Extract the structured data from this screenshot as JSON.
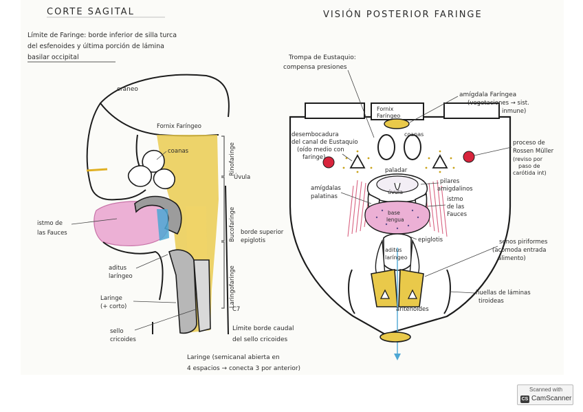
{
  "left": {
    "title": "CORTE SAGITAL",
    "limit_note": [
      "Límite de Faringe: borde inferior de silla turca",
      "del esfenoides y última porción de lámina",
      "basilar occipital"
    ],
    "labels": {
      "craneo": "cráneo",
      "fornix": "Fornix Faríngeo",
      "coanas": "coanas",
      "rinofaringe": "Rinofaringe",
      "uvula": "Úvula",
      "bucofaringe": "Bucofaringe",
      "istmo": [
        "istmo de",
        "las Fauces"
      ],
      "epiglotis": [
        "borde superior",
        "epiglotis"
      ],
      "aditus": [
        "aditus",
        "laríngeo"
      ],
      "laringofaringe": "Laringofaringe",
      "laringe": [
        "Laringe",
        "(+ corto)"
      ],
      "c7": "C7",
      "sello": [
        "sello",
        "cricoides"
      ],
      "limite_caudal": [
        "Límite borde caudal",
        "del sello cricoides"
      ],
      "bottom_note": [
        "Laringe (semicanal abierta en",
        "4 espacios → conecta 3 por anterior)"
      ]
    }
  },
  "right": {
    "title": "VISIÓN POSTERIOR FARINGE",
    "labels": {
      "trompa": [
        "Trompa de Eustaquio:",
        "compensa presiones"
      ],
      "amigdala": [
        "amígdala Faríngea",
        "(vegetaciones → sist.",
        "inmune)"
      ],
      "fornix": [
        "Fornix",
        "Faríngeo"
      ],
      "coanas": "coanas",
      "desembocadura": [
        "desembocadura",
        "del canal de Eustaquio",
        "(oído medio con",
        "faringe)"
      ],
      "proceso": [
        "proceso de",
        "Rossen Müller",
        "(reviso por",
        "paso de",
        "carótida int)"
      ],
      "paladar": "paladar",
      "uvula": "úvula",
      "pilares": [
        "pilares",
        "amigdalinos"
      ],
      "amigdalas_palatinas": [
        "amígdalas",
        "palatinas"
      ],
      "istmo": [
        "istmo",
        "de las",
        "Fauces"
      ],
      "base_lengua": [
        "base",
        "lengua"
      ],
      "epiglotis": "epiglotis",
      "aditus": [
        "aditus",
        "laríngeo"
      ],
      "senos": [
        "senos piriformes",
        "(acomoda entrada",
        "alimento)"
      ],
      "huellas": [
        "huellas de láminas",
        "tiroideas"
      ],
      "aritenoides": "aritenoides"
    }
  },
  "watermark": {
    "scanned_with": "Scanned with",
    "app": "CamScanner",
    "logo": "CS"
  },
  "colors": {
    "yellow": "#e9c94a",
    "pink": "#e8a3cc",
    "red": "#d8243c",
    "blue": "#4ea7d4",
    "gray": "#9c9c9c",
    "ink": "#1c1c1c"
  }
}
